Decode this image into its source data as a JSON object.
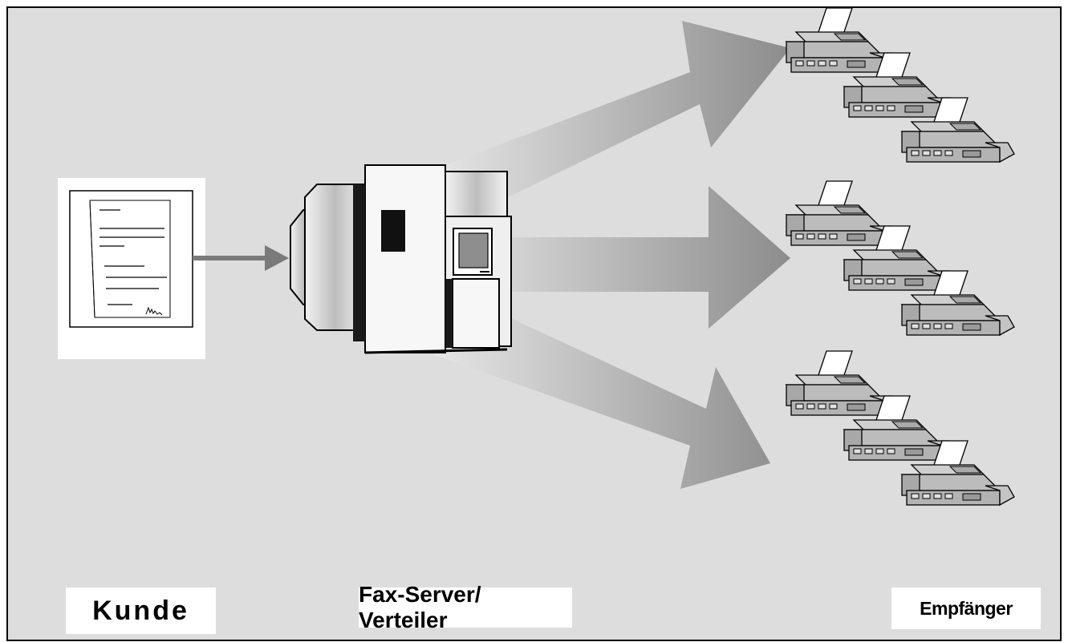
{
  "labels": {
    "customer": "Kunde",
    "server": "Fax-Server/ Verteiler",
    "recipients": "Empfänger"
  },
  "icons": {
    "document": "signed-document-icon",
    "server": "fax-server-icon",
    "fax_machine": "fax-machine-icon"
  },
  "colors": {
    "background": "#dddddd",
    "border": "#000000",
    "arrow_light": "#e6e6e6",
    "arrow_dark": "#8c8c8c",
    "connector": "#7a7a7a",
    "device_body": "#b5b5b5"
  },
  "recipient_groups": [
    {
      "fax_count": 3
    },
    {
      "fax_count": 3
    },
    {
      "fax_count": 3
    }
  ]
}
